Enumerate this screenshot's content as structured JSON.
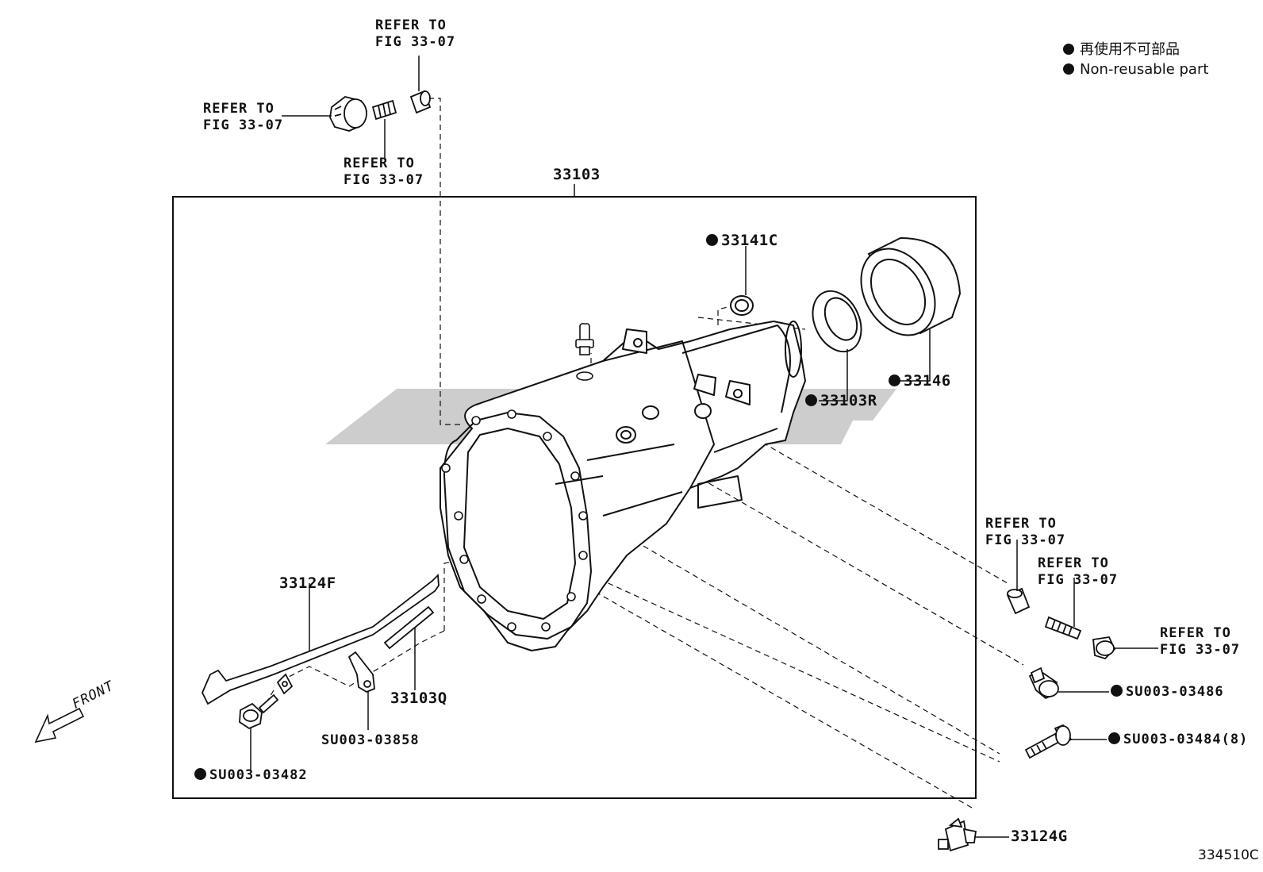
{
  "legend": {
    "line_jp": "再使用不可部品",
    "line_en": "Non-reusable part"
  },
  "figure_code": "334510C",
  "front_label": "FRONT",
  "refer": {
    "line1": "REFER TO",
    "line2": "FIG 33-07"
  },
  "parts": {
    "case": "33103",
    "seal_small": "33141C",
    "oil_seal": "33103R",
    "sleeve": "33146",
    "rod_lever": "33124F",
    "shaft": "33103Q",
    "bolt_small": "SU003-03858",
    "bolt_left": "SU003-03482",
    "bolt_486": "SU003-03486",
    "bolt_484": "SU003-03484(8)",
    "sensor": "33124G"
  },
  "colors": {
    "line": "#111111",
    "watermark": "#c8c8c8"
  }
}
